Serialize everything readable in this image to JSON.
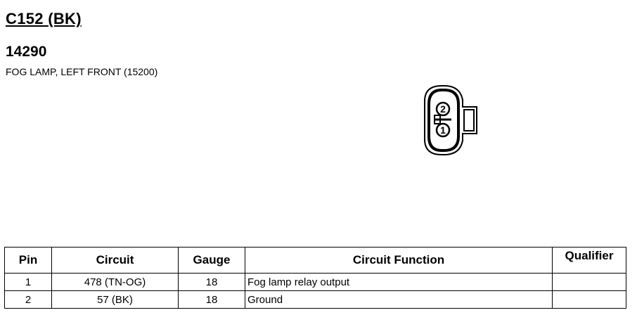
{
  "header": {
    "connector_id": "C152 (BK)",
    "part_number": "14290",
    "description": "FOG LAMP, LEFT FRONT (15200)"
  },
  "connector": {
    "pins": [
      "2",
      "1"
    ]
  },
  "table": {
    "columns": {
      "pin": "Pin",
      "circuit": "Circuit",
      "gauge": "Gauge",
      "function": "Circuit Function",
      "qualifier": "Qualifier"
    },
    "rows": [
      {
        "pin": "1",
        "circuit": "478 (TN-OG)",
        "gauge": "18",
        "function": "Fog lamp relay output",
        "qualifier": ""
      },
      {
        "pin": "2",
        "circuit": "57 (BK)",
        "gauge": "18",
        "function": "Ground",
        "qualifier": ""
      }
    ]
  }
}
